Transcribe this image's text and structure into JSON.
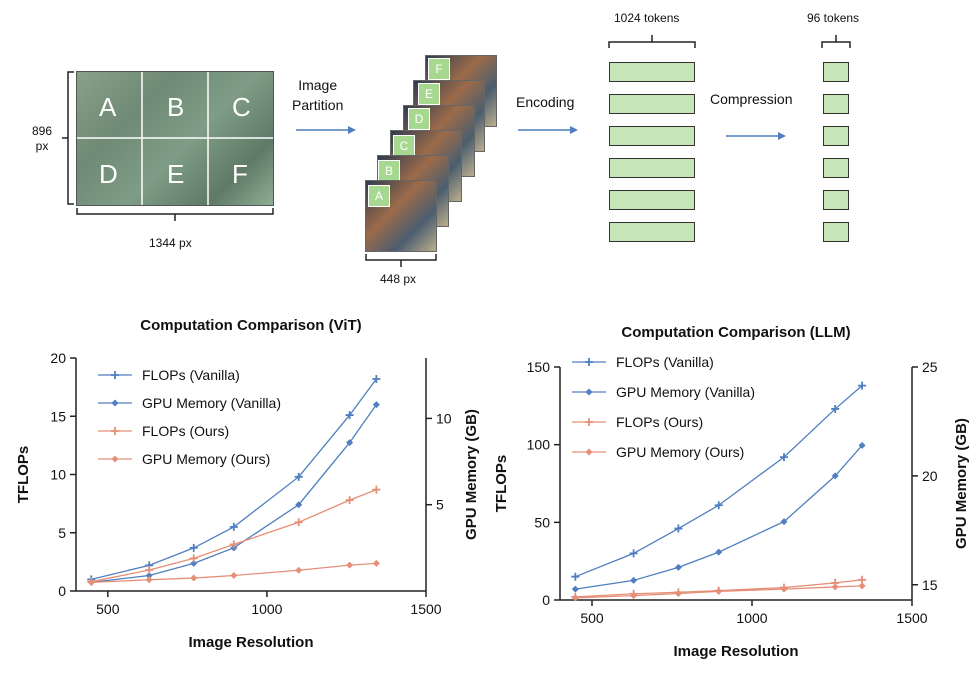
{
  "diagram": {
    "grid_letters": [
      "A",
      "B",
      "C",
      "D",
      "E",
      "F"
    ],
    "height_label_value": "896",
    "height_label_unit": "px",
    "width_label": "1344 px",
    "partition_label_line1": "Image",
    "partition_label_line2": "Partition",
    "crop_labels": [
      "A",
      "B",
      "C",
      "D",
      "E",
      "F"
    ],
    "crop_size_label": "448 px",
    "encoding_label": "Encoding",
    "compression_label": "Compression",
    "tokens_before_label": "1024 tokens",
    "tokens_after_label": "96 tokens"
  },
  "colors": {
    "vanilla": "#4f7fbf",
    "ours": "#e58f78",
    "token_fill": "#c6e6b8"
  },
  "chart_data": [
    {
      "type": "line",
      "title": "Computation Comparison (ViT)",
      "xlabel": "Image Resolution",
      "ylabel": "TFLOPs",
      "y2label": "GPU Memory (GB)",
      "xlim": [
        400,
        1500
      ],
      "xticks": [
        500,
        1000,
        1500
      ],
      "ylim": [
        0,
        20
      ],
      "yticks": [
        0,
        5,
        10,
        15,
        20
      ],
      "y2lim": [
        0,
        13.5
      ],
      "y2ticks": [
        5,
        10
      ],
      "legend": "top-left",
      "series": [
        {
          "name": "FLOPs (Vanilla)",
          "axis": "left",
          "marker": "plus",
          "color": "#4f7fbf",
          "x": [
            448,
            630,
            770,
            896,
            1100,
            1260,
            1344
          ],
          "y": [
            1.0,
            2.2,
            3.7,
            5.5,
            9.8,
            15.1,
            18.2
          ]
        },
        {
          "name": "GPU Memory (Vanilla)",
          "axis": "right",
          "marker": "diamond",
          "color": "#4f7fbf",
          "x": [
            448,
            630,
            770,
            896,
            1100,
            1260,
            1344
          ],
          "y": [
            0.5,
            0.9,
            1.6,
            2.5,
            5.0,
            8.6,
            10.8
          ]
        },
        {
          "name": "FLOPs (Ours)",
          "axis": "left",
          "marker": "plus",
          "color": "#e58f78",
          "x": [
            448,
            630,
            770,
            896,
            1100,
            1260,
            1344
          ],
          "y": [
            0.8,
            1.8,
            2.8,
            4.0,
            5.9,
            7.8,
            8.7
          ]
        },
        {
          "name": "GPU Memory (Ours)",
          "axis": "right",
          "marker": "diamond",
          "color": "#e58f78",
          "x": [
            448,
            630,
            770,
            896,
            1100,
            1260,
            1344
          ],
          "y": [
            0.5,
            0.65,
            0.75,
            0.9,
            1.2,
            1.5,
            1.6
          ]
        }
      ]
    },
    {
      "type": "line",
      "title": "Computation Comparison (LLM)",
      "xlabel": "Image Resolution",
      "ylabel": "TFLOPs",
      "y2label": "GPU Memory (GB)",
      "xlim": [
        400,
        1500
      ],
      "xticks": [
        500,
        1000,
        1500
      ],
      "ylim": [
        0,
        150
      ],
      "yticks": [
        0,
        50,
        100,
        150
      ],
      "y2lim": [
        14.3,
        25
      ],
      "y2ticks": [
        15,
        20,
        25
      ],
      "legend": "top-left",
      "series": [
        {
          "name": "FLOPs (Vanilla)",
          "axis": "left",
          "marker": "plus",
          "color": "#4f7fbf",
          "x": [
            448,
            630,
            770,
            896,
            1100,
            1260,
            1344
          ],
          "y": [
            15,
            30,
            46,
            61,
            92,
            123,
            138
          ]
        },
        {
          "name": "GPU Memory (Vanilla)",
          "axis": "right",
          "marker": "diamond",
          "color": "#4f7fbf",
          "x": [
            448,
            630,
            770,
            896,
            1100,
            1260,
            1344
          ],
          "y": [
            14.8,
            15.2,
            15.8,
            16.5,
            17.9,
            20.0,
            21.4
          ]
        },
        {
          "name": "FLOPs (Ours)",
          "axis": "left",
          "marker": "plus",
          "color": "#e58f78",
          "x": [
            448,
            630,
            770,
            896,
            1100,
            1260,
            1344
          ],
          "y": [
            2,
            4,
            5,
            6,
            8,
            11,
            13
          ]
        },
        {
          "name": "GPU Memory (Ours)",
          "axis": "right",
          "marker": "diamond",
          "color": "#e58f78",
          "x": [
            448,
            630,
            770,
            896,
            1100,
            1260,
            1344
          ],
          "y": [
            14.4,
            14.5,
            14.6,
            14.7,
            14.8,
            14.9,
            14.95
          ]
        }
      ]
    }
  ]
}
